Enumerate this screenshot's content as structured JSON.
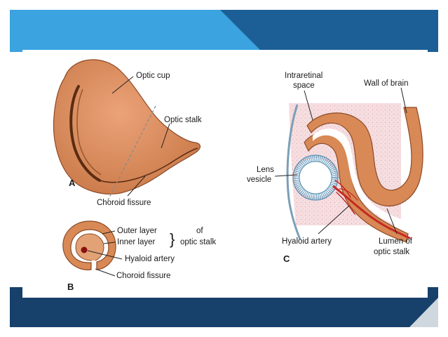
{
  "slide": {
    "header_color_left": "#3aa3e0",
    "header_color_right": "#1c5f96",
    "footer_color": "#17406a"
  },
  "panel_a": {
    "letter": "A",
    "labels": {
      "optic_cup": "Optic cup",
      "optic_stalk": "Optic stalk",
      "choroid_fissure": "Choroid fissure"
    }
  },
  "panel_b": {
    "letter": "B",
    "labels": {
      "outer_layer": "Outer layer",
      "inner_layer": "Inner layer",
      "brace": "}",
      "of": "of",
      "optic_stalk": "optic stalk",
      "hyaloid_artery": "Hyaloid artery",
      "choroid_fissure": "Choroid fissure"
    }
  },
  "panel_c": {
    "letter": "C",
    "labels": {
      "intraretinal_1": "Intraretinal",
      "intraretinal_2": "space",
      "wall_of_brain": "Wall of brain",
      "lens_1": "Lens",
      "lens_2": "vesicle",
      "hyaloid_artery": "Hyaloid artery",
      "lumen_1": "Lumen of",
      "lumen_2": "optic stalk"
    }
  },
  "colors": {
    "tissue": "#d88955",
    "tissue_dark": "#a9582f",
    "stalk_fill": "#e19a68",
    "lumen_pink": "#f6d9dd",
    "artery": "#c42a23",
    "lens_blue": "#6aa3c4"
  }
}
